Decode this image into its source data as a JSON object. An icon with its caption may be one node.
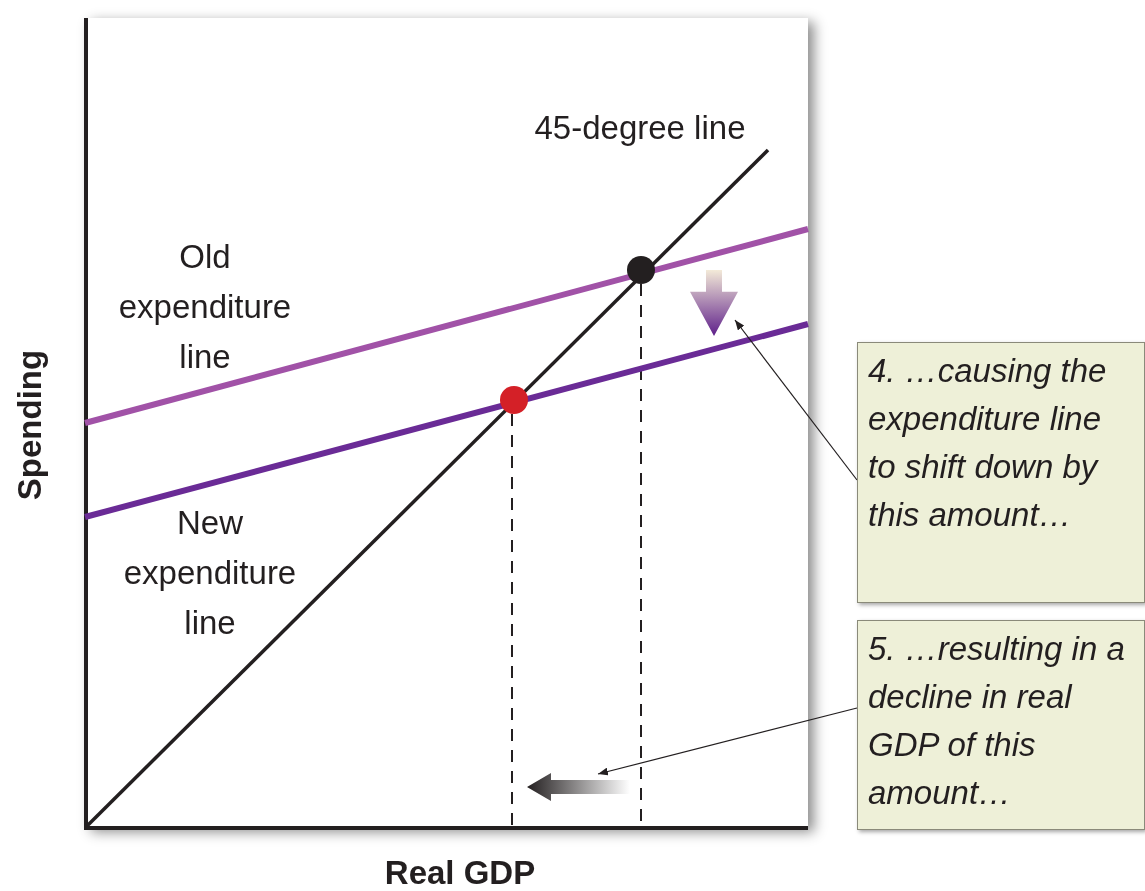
{
  "diagram": {
    "nodes": [
      {
        "text": [
          "4. …causing the expenditure line to shift down by this amount…"
        ]
      },
      {
        "text": [
          "5. …resulting in a decline in real GDP of this amount…"
        ]
      },
      {
        "text": [],
        "shape": "arrow"
      },
      {
        "text": [],
        "shape": "arrow"
      }
    ],
    "edges": [
      {
        "from": 0,
        "to": 2,
        "arrow": "to"
      },
      {
        "from": 1,
        "to": 3,
        "arrow": "to"
      }
    ],
    "labels": [
      "45-degree line",
      "Old expenditure line",
      "New expenditure line",
      "Spending",
      "Real GDP"
    ]
  }
}
